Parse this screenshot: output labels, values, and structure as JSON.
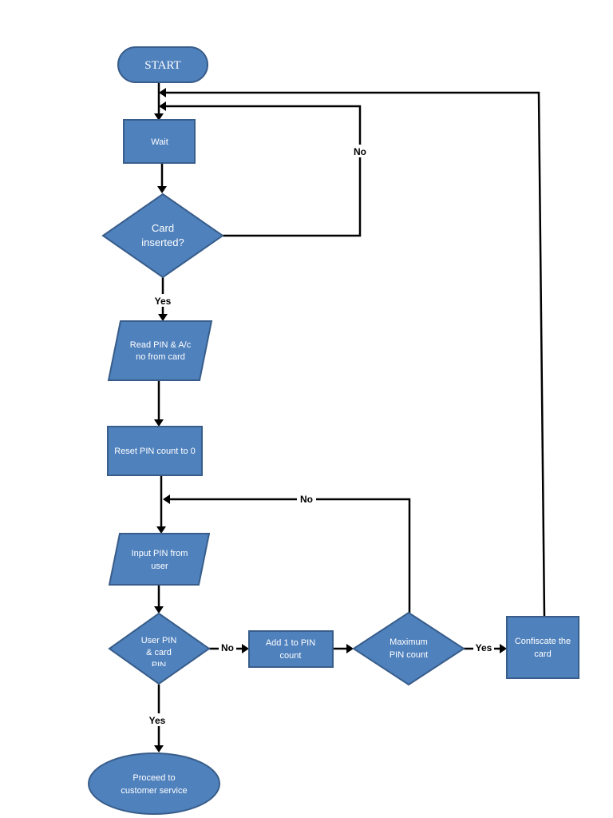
{
  "colors": {
    "shape_fill": "#4f81bd",
    "shape_border": "#385d8a",
    "connector": "#000000",
    "background": "#ffffff"
  },
  "nodes": {
    "start": "START",
    "wait": "Wait",
    "card_inserted": [
      "Card",
      "inserted?"
    ],
    "read_pin": [
      "Read PIN & A/c",
      "no from card"
    ],
    "reset_count": "Reset PIN count to 0",
    "input_pin": [
      "Input PIN from",
      "user"
    ],
    "pin_match": [
      "User PIN",
      "& card",
      "PIN"
    ],
    "add_one": [
      "Add 1 to PIN",
      "count"
    ],
    "max_count": [
      "Maximum",
      "PIN count"
    ],
    "confiscate": [
      "Confiscate the",
      "card"
    ],
    "proceed": [
      "Proceed to",
      "customer service"
    ]
  },
  "edge_labels": {
    "card_no": "No",
    "card_yes": "Yes",
    "max_no": "No",
    "match_no": "No",
    "max_yes": "Yes",
    "match_yes": "Yes"
  }
}
